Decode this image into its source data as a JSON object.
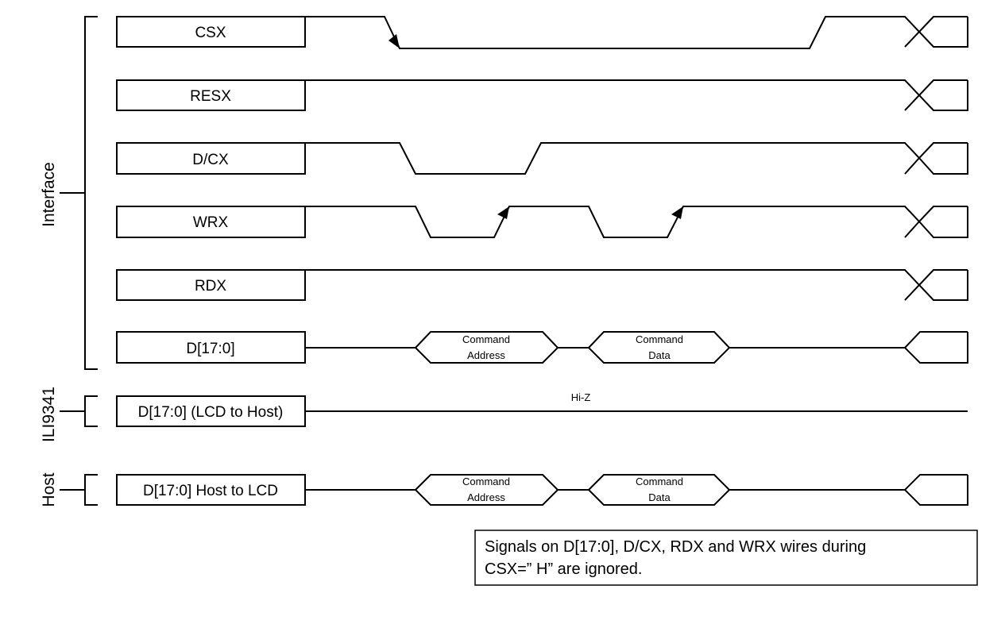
{
  "groups": {
    "interface": "Interface",
    "chip": "ILI9341",
    "host": "Host"
  },
  "signals": {
    "csx": "CSX",
    "resx": "RESX",
    "dcx": "D/CX",
    "wrx": "WRX",
    "rdx": "RDX",
    "data_bus": "D[17:0]",
    "lcd_to_host": "D[17:0] (LCD to Host)",
    "host_to_lcd": "D[17:0] Host to LCD"
  },
  "bus_labels": {
    "command": "Command",
    "address": "Address",
    "data": "Data",
    "hiz": "Hi-Z"
  },
  "note": {
    "line1": "Signals on D[17:0], D/CX, RDX and WRX wires during",
    "line2": "CSX=” H”  are ignored."
  }
}
